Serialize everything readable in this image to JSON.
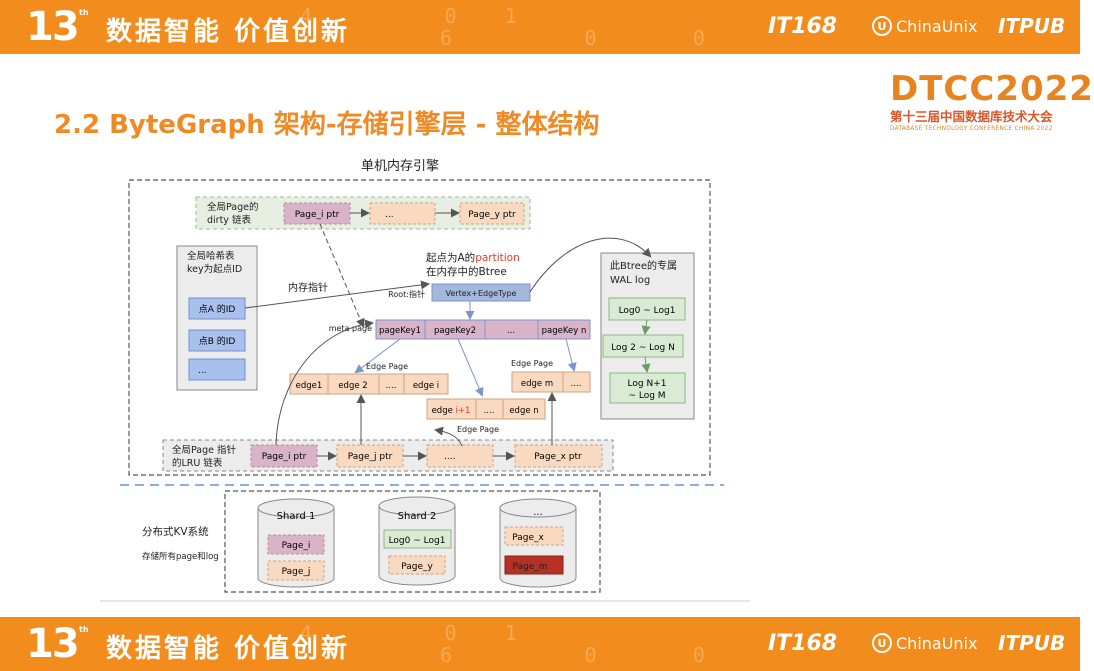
{
  "banner": {
    "edition": "13",
    "edition_suffix": "th",
    "slogan": "数据智能 价值创新",
    "logos": [
      "IT168",
      "ChinaUnix",
      "ITPUB"
    ]
  },
  "title": "2.2 ByteGraph 架构-存储引擎层 - 整体结构",
  "conference": {
    "name": "DTCC2022",
    "cn": "第十三届中国数据库技术大会",
    "en": "DATABASE TECHNOLOGY CONFERENCE CHINA 2022"
  },
  "diagram": {
    "engine_title": "单机内存引擎",
    "dirty_list": {
      "label_lines": [
        "全局Page的",
        "dirty 链表"
      ],
      "items": [
        "Page_i ptr",
        "...",
        "Page_y ptr"
      ]
    },
    "hash_table": {
      "label_lines": [
        "全局哈希表",
        "key为起点ID"
      ],
      "items": [
        "点A 的ID",
        "点B 的ID",
        "..."
      ],
      "pointer_label": "内存指针"
    },
    "btree": {
      "caption_lines": [
        "起点为A的partition",
        "在内存中的Btree"
      ],
      "caption_highlight": "partition",
      "root_label": "Root:指针",
      "root": "Vertex+EdgeType",
      "meta_label": "meta page",
      "meta_items": [
        "pageKey1",
        "pageKey2",
        "...",
        "pageKey n"
      ],
      "edge_page_label": "Edge Page",
      "edge_page_left": [
        "edge1",
        "edge 2",
        "....",
        "edge i"
      ],
      "edge_page_mid": [
        "edge i+1",
        "....",
        "edge n"
      ],
      "edge_page_mid_highlight": "i+1",
      "edge_page_right": [
        "edge m",
        "...."
      ]
    },
    "wal": {
      "label_lines": [
        "此Btree的专属",
        "WAL log"
      ],
      "items": [
        "Log0 ~ Log1",
        "Log 2 ~ Log N",
        "Log N+1 ~ Log M"
      ]
    },
    "lru_list": {
      "label_lines": [
        "全局Page 指针",
        "的LRU 链表"
      ],
      "items": [
        "Page_i ptr",
        "Page_j ptr",
        "....",
        "Page_x ptr"
      ]
    },
    "kv": {
      "label": "分布式KV系统",
      "sublabel": "存储所有page和log",
      "shards": [
        {
          "name": "Shard 1",
          "items": [
            "Page_i",
            "Page_j"
          ]
        },
        {
          "name": "Shard 2",
          "items": [
            "Log0 ~ Log1",
            "Page_y"
          ]
        },
        {
          "name": "...",
          "items": [
            "Page_x",
            "Page_m"
          ]
        }
      ]
    }
  },
  "colors": {
    "banner": "#f28c1c",
    "title": "#ef8a24",
    "purple_box": "#d9b3c8",
    "peach_box": "#f9d9bf",
    "blue_box": "#a9c0ec",
    "green_box": "#d9ecd3",
    "dark_blue": "#a2b9dc",
    "red_box": "#b63024",
    "highlight_text": "#e23b2a"
  }
}
